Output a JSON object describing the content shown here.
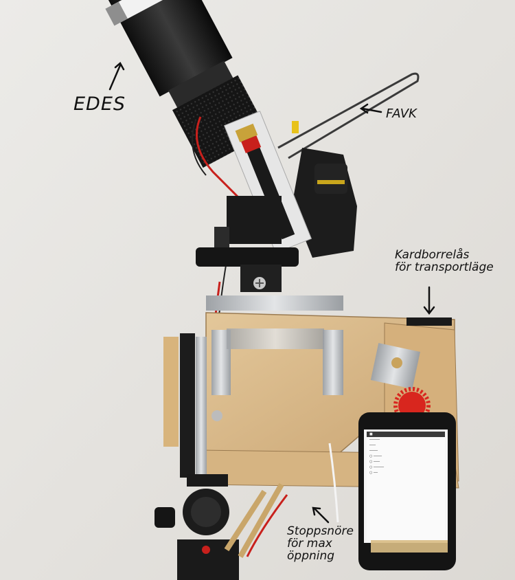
{
  "annotations": {
    "edes": "EDES",
    "favk": "FAVK",
    "kardborre": [
      "Kardborrelås",
      "för transportläge"
    ],
    "stoppsnore": [
      "Stoppsnöre",
      "för max",
      "öppning"
    ]
  },
  "colors": {
    "wall": "#e9e7e4",
    "plywood": "#d9b98a",
    "metal": "#b9bcc0",
    "black": "#1c1c1c",
    "red_wire": "#c8201c",
    "gear": "#d8261e"
  },
  "icons": [
    "arrow-icon",
    "gear-icon",
    "tripod-ballhead-icon",
    "phone-icon"
  ]
}
